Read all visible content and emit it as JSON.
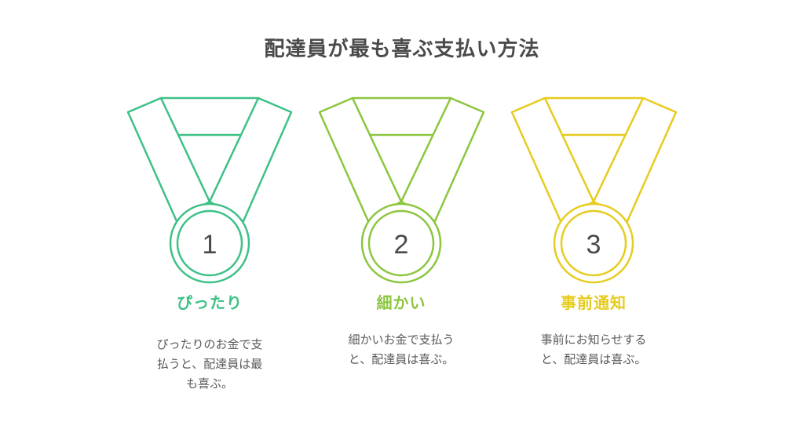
{
  "title": "配達員が最も喜ぶ支払い方法",
  "items": [
    {
      "number": "1",
      "heading": "ぴったり",
      "description": "ぴったりのお金で支払うと、配達員は最も喜ぶ。",
      "desc_lines": [
        "ぴったりのお金で支",
        "払うと、配達員は最",
        "も喜ぶ。"
      ],
      "color": "#3dc186",
      "icon": "medal-icon"
    },
    {
      "number": "2",
      "heading": "細かい",
      "description": "細かいお金で支払うと、配達員は喜ぶ。",
      "desc_lines": [
        "細かいお金で支払う",
        "と、配達員は喜ぶ。"
      ],
      "color": "#8cc63f",
      "icon": "medal-icon"
    },
    {
      "number": "3",
      "heading": "事前通知",
      "description": "事前にお知らせすると、配達員は喜ぶ。",
      "desc_lines": [
        "事前にお知らせする",
        "と、配達員は喜ぶ。"
      ],
      "color": "#e6cc1e",
      "icon": "medal-icon"
    }
  ]
}
